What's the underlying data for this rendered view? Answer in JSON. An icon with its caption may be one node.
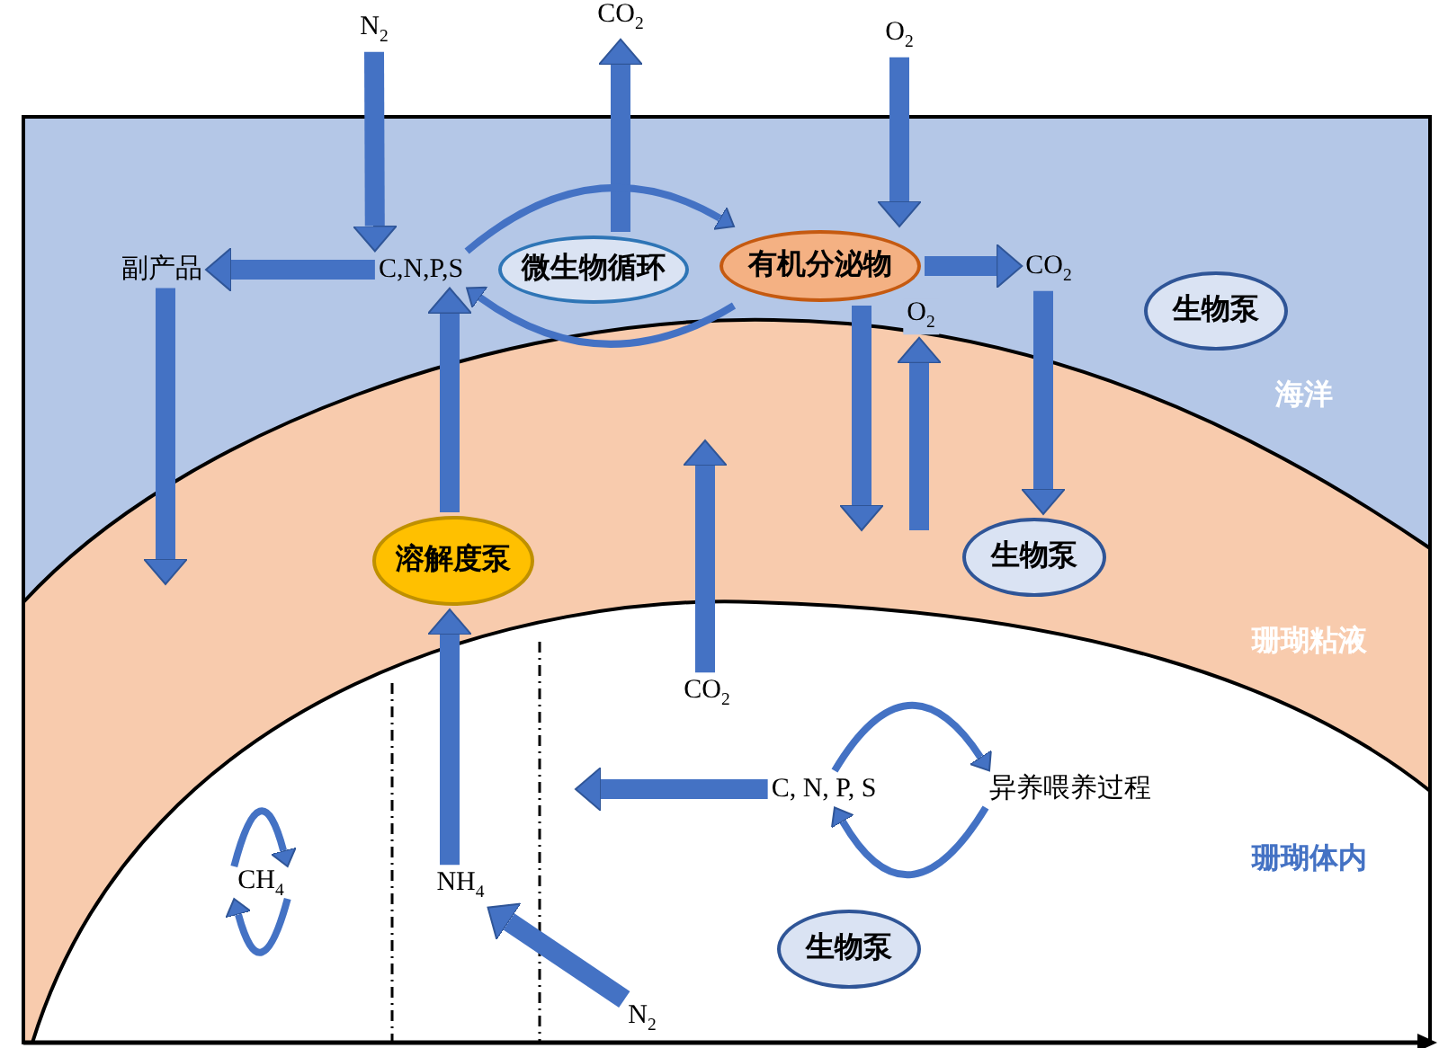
{
  "diagram": {
    "nodes": [
      {
        "text": [
          "N$_{2}$"
        ]
      },
      {
        "text": [
          "CO$_{2}$"
        ]
      },
      {
        "text": [
          "O$_{2}$"
        ]
      },
      {
        "text": [
          "副产品"
        ]
      },
      {
        "text": [
          "C,N,P,S"
        ]
      },
      {
        "text": [
          "微生物循环"
        ]
      },
      {
        "text": [
          "有机分泌物"
        ]
      },
      {
        "text": [
          "CO$_{2}$"
        ]
      },
      {
        "text": [
          "生物泵"
        ]
      },
      {
        "text": [
          "O$_{2}$"
        ]
      },
      {
        "text": [
          "生物泵"
        ]
      },
      {
        "text": [
          "溶解度泵"
        ]
      },
      {
        "text": [
          "CO$_{2}$"
        ]
      },
      {
        "text": [
          "C, N, P, S"
        ]
      },
      {
        "text": [
          "异养喂养过程"
        ]
      },
      {
        "text": [
          "CH$_{4}$"
        ]
      },
      {
        "text": [
          "NH$_{4}$"
        ]
      },
      {
        "text": [
          "N$_{2}$"
        ]
      },
      {
        "text": [
          "生物泵"
        ]
      }
    ],
    "edges": [
      {
        "from": 0,
        "to": 4,
        "arrow": "to"
      },
      {
        "from": 4,
        "to": 3,
        "arrow": "to"
      },
      {
        "from": 3,
        "to": null,
        "arrow": "to"
      },
      {
        "from": 5,
        "to": 1,
        "arrow": "to"
      },
      {
        "from": 2,
        "to": 6,
        "arrow": "to"
      },
      {
        "from": 4,
        "to": 6,
        "arrow": "to"
      },
      {
        "from": 6,
        "to": 4,
        "arrow": "to"
      },
      {
        "from": 6,
        "to": 7,
        "arrow": "to"
      },
      {
        "from": 7,
        "to": 10,
        "arrow": "to"
      },
      {
        "from": 6,
        "to": null,
        "arrow": "to"
      },
      {
        "from": null,
        "to": 9,
        "arrow": "to"
      },
      {
        "from": 11,
        "to": 4,
        "arrow": "to"
      },
      {
        "from": 16,
        "to": 11,
        "arrow": "to"
      },
      {
        "from": 12,
        "to": null,
        "arrow": "to"
      },
      {
        "from": 13,
        "to": null,
        "arrow": "to"
      },
      {
        "from": 13,
        "to": 14,
        "arrow": "to"
      },
      {
        "from": 14,
        "to": 13,
        "arrow": "to"
      },
      {
        "from": 17,
        "to": 16,
        "arrow": "to"
      },
      {
        "from": 15,
        "to": 15,
        "arrow": "to"
      },
      {
        "from": 15,
        "to": 15,
        "arrow": "to"
      }
    ],
    "labels": [
      "海洋",
      "珊瑚粘液",
      "珊瑚体内"
    ]
  }
}
